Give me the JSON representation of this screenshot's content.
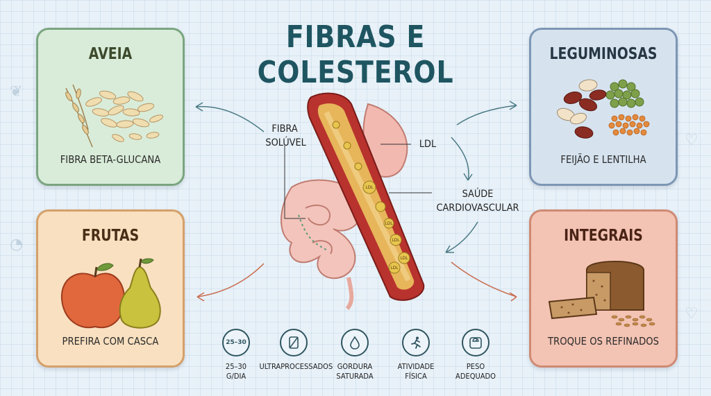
{
  "title": "FIBRAS E COLESTEROL",
  "cards": {
    "aveia": {
      "title": "AVEIA",
      "subtitle": "FIBRA BETA-GLUCANA"
    },
    "leguminosas": {
      "title": "LEGUMINOSAS",
      "subtitle": "FEIJÃO E LENTILHA"
    },
    "frutas": {
      "title": "FRUTAS",
      "subtitle": "PREFIRA COM CASCA"
    },
    "integrais": {
      "title": "INTEGRAIS",
      "subtitle": "TROQUE OS REFINADOS"
    }
  },
  "center": {
    "fibra_line1": "FIBRA",
    "fibra_line2": "SOLÚVEL",
    "ldl": "LDL",
    "saude_line1": "SAÚDE",
    "saude_line2": "CARDIOVASCULAR",
    "particle_label": "LDL"
  },
  "icons": [
    {
      "name": "grams-icon",
      "glyph": "25–30",
      "line1": "25–30",
      "line2": "G/DIA"
    },
    {
      "name": "processed-food-icon",
      "glyph": "▢",
      "line1": "ULTRAPROCESSADOS",
      "line2": ""
    },
    {
      "name": "drop-icon",
      "glyph": "💧",
      "line1": "GORDURA",
      "line2": "SATURADA"
    },
    {
      "name": "runner-icon",
      "glyph": "🏃",
      "line1": "ATIVIDADE",
      "line2": "FÍSICA"
    },
    {
      "name": "scale-icon",
      "glyph": "⚖",
      "line1": "PESO",
      "line2": "ADEQUADO"
    }
  ],
  "colors": {
    "title": "#1e5561",
    "aveia_bg": "#d9ecd9",
    "leguminosas_bg": "#d6e3ef",
    "frutas_bg": "#f8e0c0",
    "integrais_bg": "#f3c3b3",
    "artery": "#b8322e",
    "arrow": "#4b7a85",
    "arrow_warm": "#c96b4f"
  }
}
